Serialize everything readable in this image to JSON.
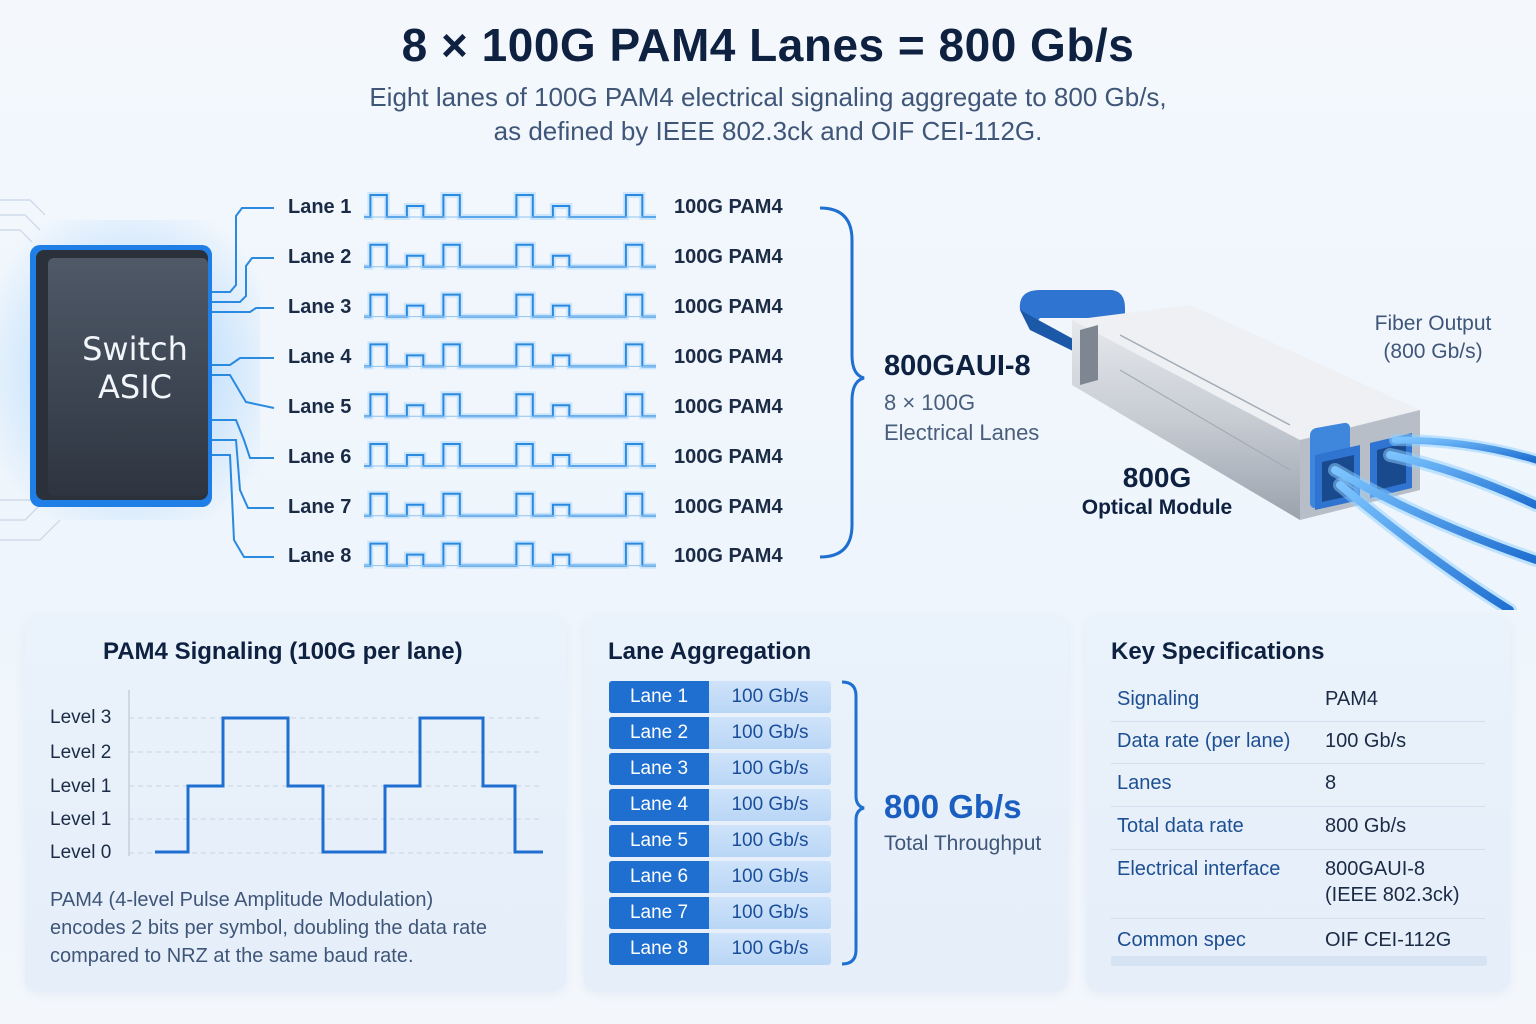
{
  "header": {
    "title": "8 × 100G PAM4 Lanes = 800 Gb/s",
    "subtitle_line1": "Eight lanes of 100G PAM4 electrical signaling aggregate to 800 Gb/s,",
    "subtitle_line2": "as defined by IEEE 802.3ck and OIF CEI-112G."
  },
  "diagram": {
    "chip_line1": "Switch",
    "chip_line2": "ASIC",
    "lanes": [
      {
        "label": "Lane 1",
        "rate": "100G PAM4"
      },
      {
        "label": "Lane 2",
        "rate": "100G PAM4"
      },
      {
        "label": "Lane 3",
        "rate": "100G PAM4"
      },
      {
        "label": "Lane 4",
        "rate": "100G PAM4"
      },
      {
        "label": "Lane 5",
        "rate": "100G PAM4"
      },
      {
        "label": "Lane 6",
        "rate": "100G PAM4"
      },
      {
        "label": "Lane 7",
        "rate": "100G PAM4"
      },
      {
        "label": "Lane 8",
        "rate": "100G PAM4"
      }
    ],
    "aggregate_name": "800GAUI-8",
    "aggregate_desc1": "8 × 100G",
    "aggregate_desc2": "Electrical Lanes",
    "module_title": "800G",
    "module_subtitle": "Optical Module",
    "fiber_line1": "Fiber Output",
    "fiber_line2": "(800 Gb/s)"
  },
  "pam4_panel": {
    "title": "PAM4 Signaling (100G per lane)",
    "levels": [
      "Level 3",
      "Level 2",
      "Level 1",
      "Level 1",
      "Level 0"
    ],
    "description_lines": [
      "PAM4 (4-level Pulse Amplitude Modulation)",
      "encodes 2 bits per symbol, doubling the data rate",
      "compared to NRZ at the same baud rate."
    ]
  },
  "aggregation_panel": {
    "title": "Lane Aggregation",
    "rows": [
      {
        "lane": "Lane 1",
        "rate": "100 Gb/s"
      },
      {
        "lane": "Lane 2",
        "rate": "100 Gb/s"
      },
      {
        "lane": "Lane 3",
        "rate": "100 Gb/s"
      },
      {
        "lane": "Lane 4",
        "rate": "100 Gb/s"
      },
      {
        "lane": "Lane 5",
        "rate": "100 Gb/s"
      },
      {
        "lane": "Lane 6",
        "rate": "100 Gb/s"
      },
      {
        "lane": "Lane 7",
        "rate": "100 Gb/s"
      },
      {
        "lane": "Lane 8",
        "rate": "100 Gb/s"
      }
    ],
    "total_value": "800 Gb/s",
    "total_label": "Total Throughput"
  },
  "spec_panel": {
    "title": "Key Specifications",
    "rows": [
      {
        "key": "Signaling",
        "value": "PAM4"
      },
      {
        "key": "Data rate (per lane)",
        "value": "100 Gb/s"
      },
      {
        "key": "Lanes",
        "value": "8"
      },
      {
        "key": "Total data rate",
        "value": "800 Gb/s"
      },
      {
        "key": "Electrical interface",
        "value": "800GAUI-8",
        "value2": "(IEEE 802.3ck)"
      },
      {
        "key": "Common spec",
        "value": "OIF CEI-112G"
      }
    ]
  },
  "colors": {
    "accent_blue": "#1f6fd1",
    "light_blue": "#b9d6f6",
    "wave_blue": "#2a8ae0",
    "title_navy": "#0f2140",
    "chip_dark": "#3b4452",
    "module_handle": "#2f74d0"
  }
}
